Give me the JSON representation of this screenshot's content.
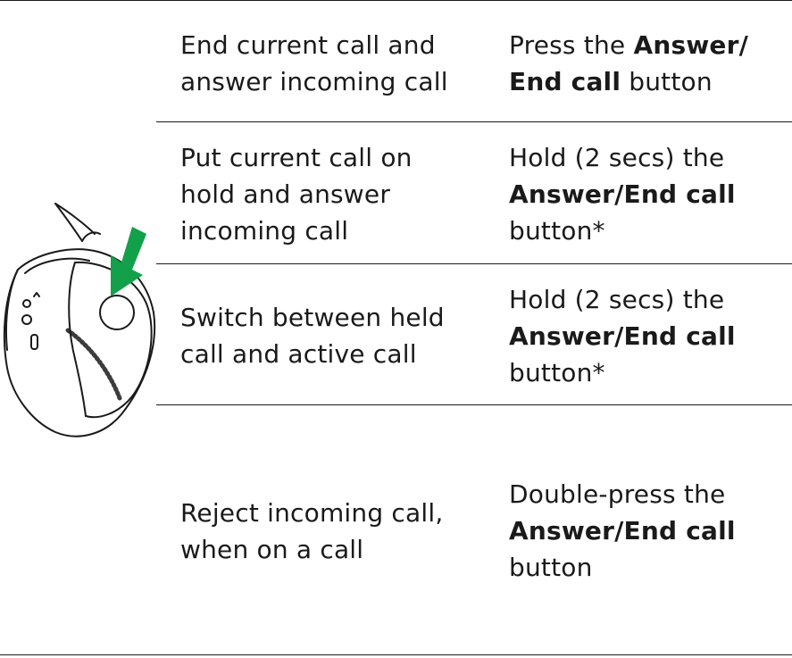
{
  "rows": [
    {
      "action": [
        "End current call and",
        "answer incoming call"
      ],
      "instruction": [
        [
          {
            "t": "Press the ",
            "b": false
          },
          {
            "t": "Answer/",
            "b": true
          }
        ],
        [
          {
            "t": "End call",
            "b": true
          },
          {
            "t": " button",
            "b": false
          }
        ]
      ]
    },
    {
      "action": [
        "Put current call on",
        "hold and answer",
        "incoming call"
      ],
      "instruction": [
        [
          {
            "t": "Hold (2 secs) the",
            "b": false
          }
        ],
        [
          {
            "t": "Answer/End call",
            "b": true
          }
        ],
        [
          {
            "t": "button*",
            "b": false
          }
        ]
      ]
    },
    {
      "action": [
        "Switch between held",
        "call and active call"
      ],
      "instruction": [
        [
          {
            "t": "Hold (2 secs) the",
            "b": false
          }
        ],
        [
          {
            "t": "Answer/End call",
            "b": true
          }
        ],
        [
          {
            "t": "button*",
            "b": false
          }
        ]
      ]
    },
    {
      "action": [
        "Reject incoming call,",
        "when on a call"
      ],
      "instruction": [
        [
          {
            "t": "Double-press the",
            "b": false
          }
        ],
        [
          {
            "t": "Answer/End call",
            "b": true
          }
        ],
        [
          {
            "t": "button",
            "b": false
          }
        ]
      ]
    }
  ],
  "illustration": {
    "name": "headset-earcup-illustration",
    "arrow_color": "#12a04a",
    "line_color": "#1a1a1a"
  }
}
